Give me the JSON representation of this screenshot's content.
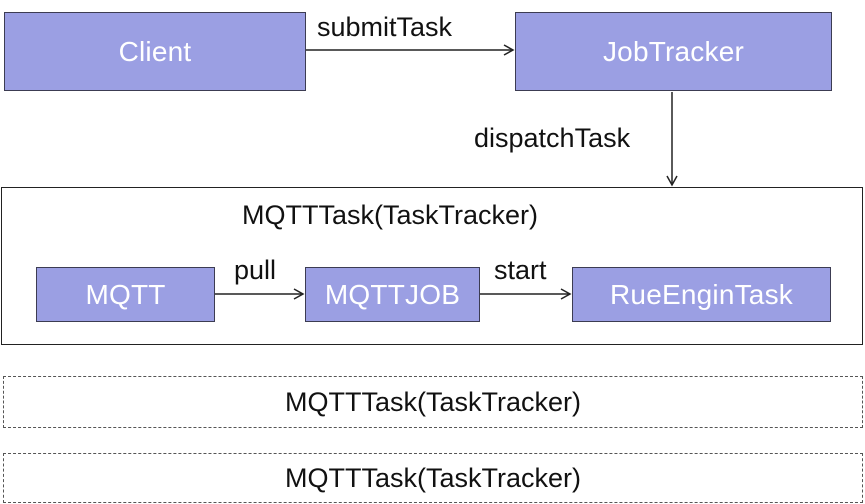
{
  "nodes": {
    "client": "Client",
    "jobtracker": "JobTracker",
    "mqtt": "MQTT",
    "mqttjob": "MQTTJOB",
    "ruengintask": "RueEnginTask"
  },
  "edges": {
    "submit": "submitTask",
    "dispatch": "dispatchTask",
    "pull": "pull",
    "start": "start"
  },
  "containers": [
    {
      "title": "MQTTTask(TaskTracker)",
      "style": "solid"
    },
    {
      "title": "MQTTTask(TaskTracker)",
      "style": "dashed"
    },
    {
      "title": "MQTTTask(TaskTracker)",
      "style": "dashed"
    }
  ],
  "colors": {
    "node_fill": "#9b9fe3",
    "node_border": "#3c3c52",
    "node_text": "#ffffff",
    "arrow": "#222222"
  }
}
